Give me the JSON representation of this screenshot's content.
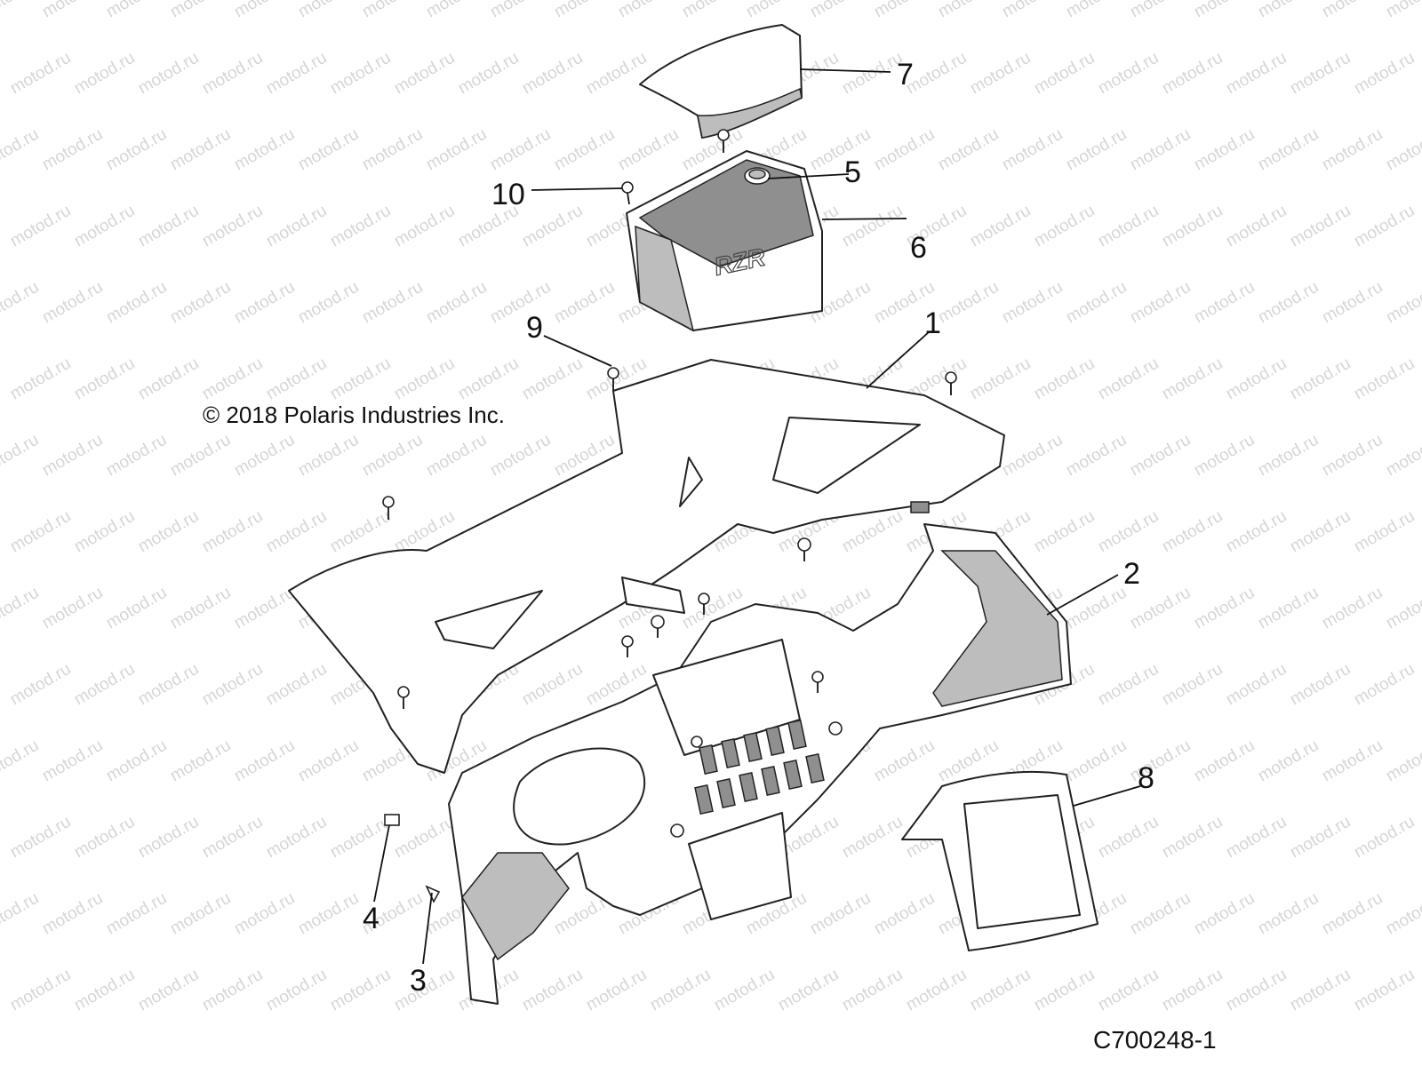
{
  "copyright": "© 2018 Polaris Industries Inc.",
  "diagram_id": "C700248-1",
  "watermark_text": "motod.ru",
  "emblem_text": "RZR",
  "callouts": [
    {
      "number": "1"
    },
    {
      "number": "2"
    },
    {
      "number": "3"
    },
    {
      "number": "4"
    },
    {
      "number": "5"
    },
    {
      "number": "6"
    },
    {
      "number": "7"
    },
    {
      "number": "8"
    },
    {
      "number": "9"
    },
    {
      "number": "10"
    }
  ]
}
